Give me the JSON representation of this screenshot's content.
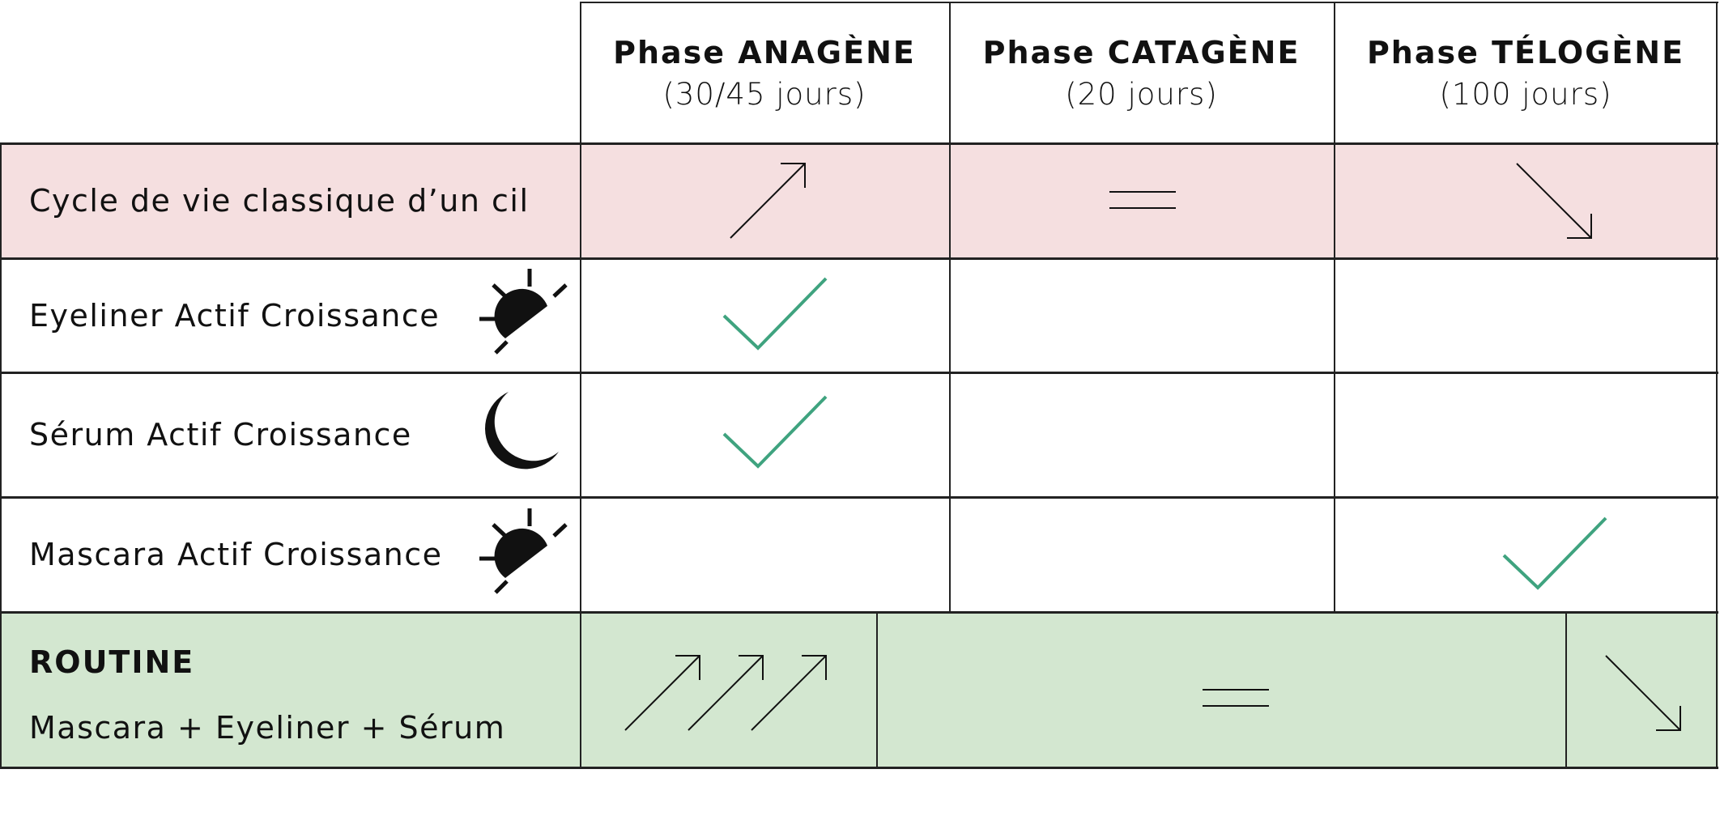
{
  "columns": [
    {
      "title": "Phase ANAGÈNE",
      "subtitle": "(30/45 jours)"
    },
    {
      "title": "Phase CATAGÈNE",
      "subtitle": "(20 jours)"
    },
    {
      "title": "Phase TÉLOGÈNE",
      "subtitle": "(100 jours)"
    }
  ],
  "rows": [
    {
      "label": "Cycle de vie classique d’un cil",
      "icons": [
        "arrow-up-right",
        "equals",
        "arrow-down-right"
      ]
    },
    {
      "label": "Eyeliner Actif Croissance",
      "time_icon": "sun-rising-icon",
      "checks": [
        true,
        false,
        false
      ]
    },
    {
      "label": "Sérum Actif Croissance",
      "time_icon": "moon-icon",
      "checks": [
        true,
        false,
        false
      ]
    },
    {
      "label": "Mascara Actif Croissance",
      "time_icon": "sun-rising-icon",
      "checks": [
        false,
        false,
        true
      ]
    }
  ],
  "routine": {
    "title": "ROUTINE",
    "subtitle": "Mascara + Eyeliner + Sérum",
    "icons": [
      "triple-arrow-up-right",
      "equals",
      "arrow-down-right"
    ]
  },
  "colors": {
    "cycle_row": "#f5dfe0",
    "routine_row": "#d3e7d0",
    "check": "#3fa37f"
  }
}
